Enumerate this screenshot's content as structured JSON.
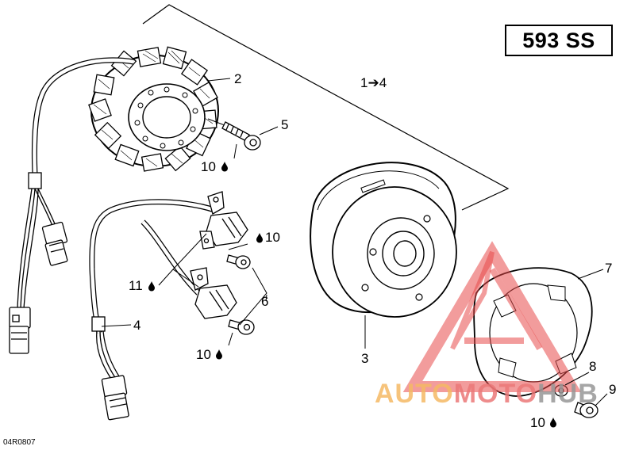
{
  "diagram": {
    "model_label": "593 SS",
    "reference_code": "04R0807",
    "callouts": {
      "c1_4": "1➔4",
      "c2": "2",
      "c3": "3",
      "c4": "4",
      "c5": "5",
      "c6": "6",
      "c7": "7",
      "c8": "8",
      "c9": "9",
      "torque_10_a": "10",
      "torque_10_b": "10",
      "torque_10_c": "10",
      "torque_10_d": "10",
      "torque_11": "11"
    },
    "legend_icon": "drop-icon"
  },
  "watermark": {
    "part1": "AUTO",
    "part2": "MOTO",
    "part3": "HUB",
    "colors": {
      "triangle": "#e84a4a",
      "auto": "#f5b964",
      "moto": "#eb7878",
      "hub": "#969696"
    }
  }
}
